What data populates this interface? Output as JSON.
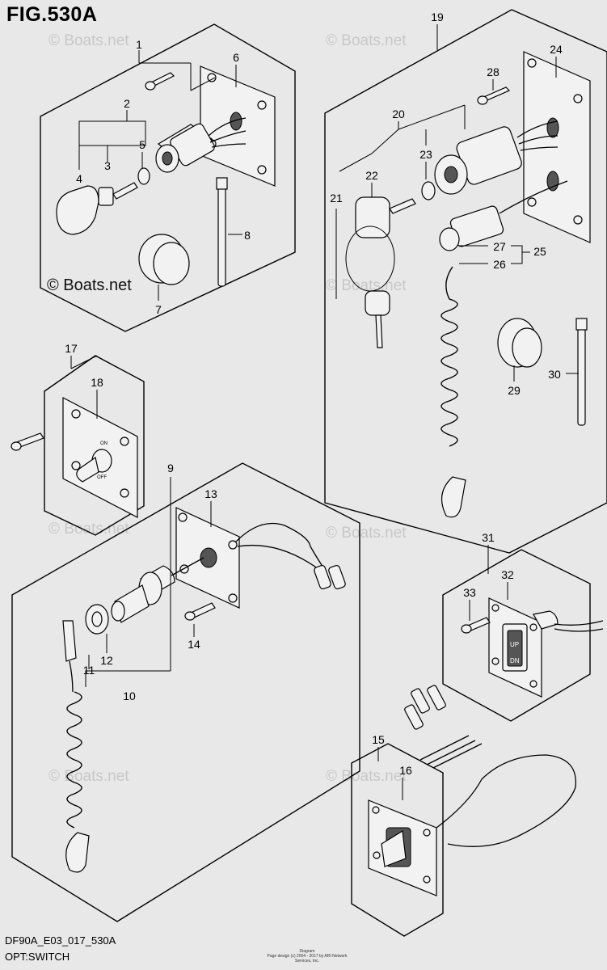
{
  "figure_title": "FIG.530A",
  "watermark": "© Boats.net",
  "footer": {
    "code": "DF90A_E03_017_530A",
    "name": "OPT:SWITCH",
    "copyright_line1": "Diagram",
    "copyright_line2": "Page design (c) 2004 - 2017 by ARI Network Services, Inc."
  },
  "callouts": [
    "1",
    "2",
    "3",
    "4",
    "5",
    "6",
    "7",
    "8",
    "9",
    "10",
    "11",
    "12",
    "13",
    "14",
    "15",
    "16",
    "17",
    "18",
    "19",
    "20",
    "21",
    "22",
    "23",
    "24",
    "25",
    "26",
    "27",
    "28",
    "29",
    "30",
    "31",
    "32",
    "33"
  ],
  "switch_labels": {
    "on": "ON",
    "off": "OFF",
    "up": "UP",
    "dn": "DN"
  }
}
